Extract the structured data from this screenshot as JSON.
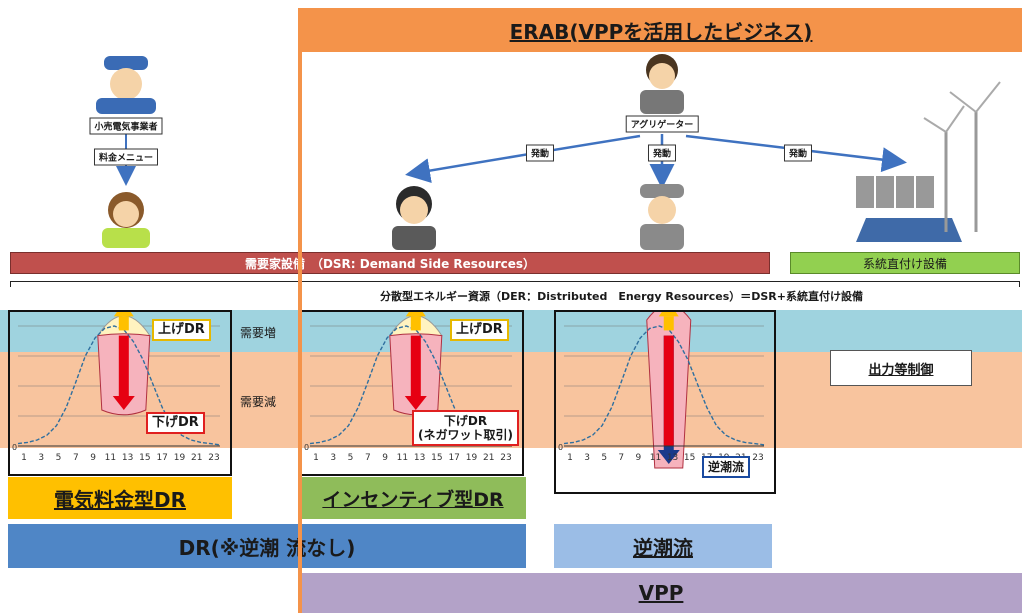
{
  "colors": {
    "erab_orange": "#f4934a",
    "dsr_red": "#c0504d",
    "direct_green": "#92d050",
    "zone_blue": "#9fd3df",
    "zone_orange": "#f8c49e",
    "band_yellow": "#ffc000",
    "band_green": "#8fbc5a",
    "band_blue": "#4f86c6",
    "band_lightblue": "#9bbde6",
    "band_purple": "#b3a2c8",
    "vline_orange": "#f4934a"
  },
  "header": {
    "erab_title": "ERAB(VPPを活用したビジネス)"
  },
  "actors": {
    "retailer_label": "小売電気事業者",
    "menu_label": "料金メニュー",
    "aggregator_label": "アグリゲーター",
    "trigger_labels": [
      "発動",
      "発動",
      "発動"
    ]
  },
  "resource_bars": {
    "dsr_label": "需要家設備　（DSR: Demand Side Resources）",
    "direct_label": "系統直付け設備",
    "der_label": "分散型エネルギー資源（DER：Distributed　Energy Resources）＝DSR+系統直付け設備"
  },
  "zones": {
    "increase_label": "需要増",
    "decrease_label": "需要減",
    "output_control_label": "出力等制御"
  },
  "dr_labels": {
    "up_dr": "上げDR",
    "down_dr": "下げDR",
    "down_dr_nega": "下げDR",
    "nega_sub": "(ネガワット取引)",
    "reverse_flow": "逆潮流"
  },
  "chart_data": [
    {
      "type": "line",
      "title": "",
      "xlabel": "",
      "ylabel": "",
      "x_ticks": [
        1,
        3,
        5,
        7,
        9,
        11,
        13,
        15,
        17,
        19,
        21,
        23
      ],
      "y_zero_label": "0",
      "series": [
        {
          "values": [
            0.02,
            0.03,
            0.05,
            0.09,
            0.17,
            0.32,
            0.53,
            0.75,
            0.9,
            0.98,
            1.0,
            0.97,
            0.87,
            0.72,
            0.52,
            0.32,
            0.17,
            0.09,
            0.05,
            0.03,
            0.02,
            0.01
          ]
        }
      ]
    },
    {
      "type": "line",
      "title": "",
      "xlabel": "",
      "ylabel": "",
      "x_ticks": [
        1,
        3,
        5,
        7,
        9,
        11,
        13,
        15,
        17,
        19,
        21,
        23
      ],
      "y_zero_label": "0",
      "series": [
        {
          "values": [
            0.02,
            0.03,
            0.05,
            0.09,
            0.17,
            0.32,
            0.53,
            0.75,
            0.9,
            0.98,
            1.0,
            0.97,
            0.87,
            0.72,
            0.52,
            0.32,
            0.17,
            0.09,
            0.05,
            0.03,
            0.02,
            0.01
          ]
        }
      ]
    },
    {
      "type": "line",
      "title": "",
      "xlabel": "",
      "ylabel": "",
      "x_ticks": [
        1,
        3,
        5,
        7,
        9,
        11,
        13,
        15,
        17,
        19,
        21,
        23
      ],
      "y_zero_label": "0",
      "series": [
        {
          "values": [
            0.02,
            0.03,
            0.05,
            0.09,
            0.17,
            0.32,
            0.53,
            0.75,
            0.9,
            0.98,
            1.0,
            0.97,
            0.87,
            0.72,
            0.52,
            0.32,
            0.17,
            0.09,
            0.05,
            0.03,
            0.02,
            0.01
          ]
        }
      ]
    }
  ],
  "bottom_bands": {
    "price_dr": "電気料金型DR",
    "incentive_dr": "インセンティブ型DR",
    "dr_no_reverse": "DR(※逆潮 流なし)",
    "reverse_flow": "逆潮流",
    "vpp": "VPP"
  }
}
